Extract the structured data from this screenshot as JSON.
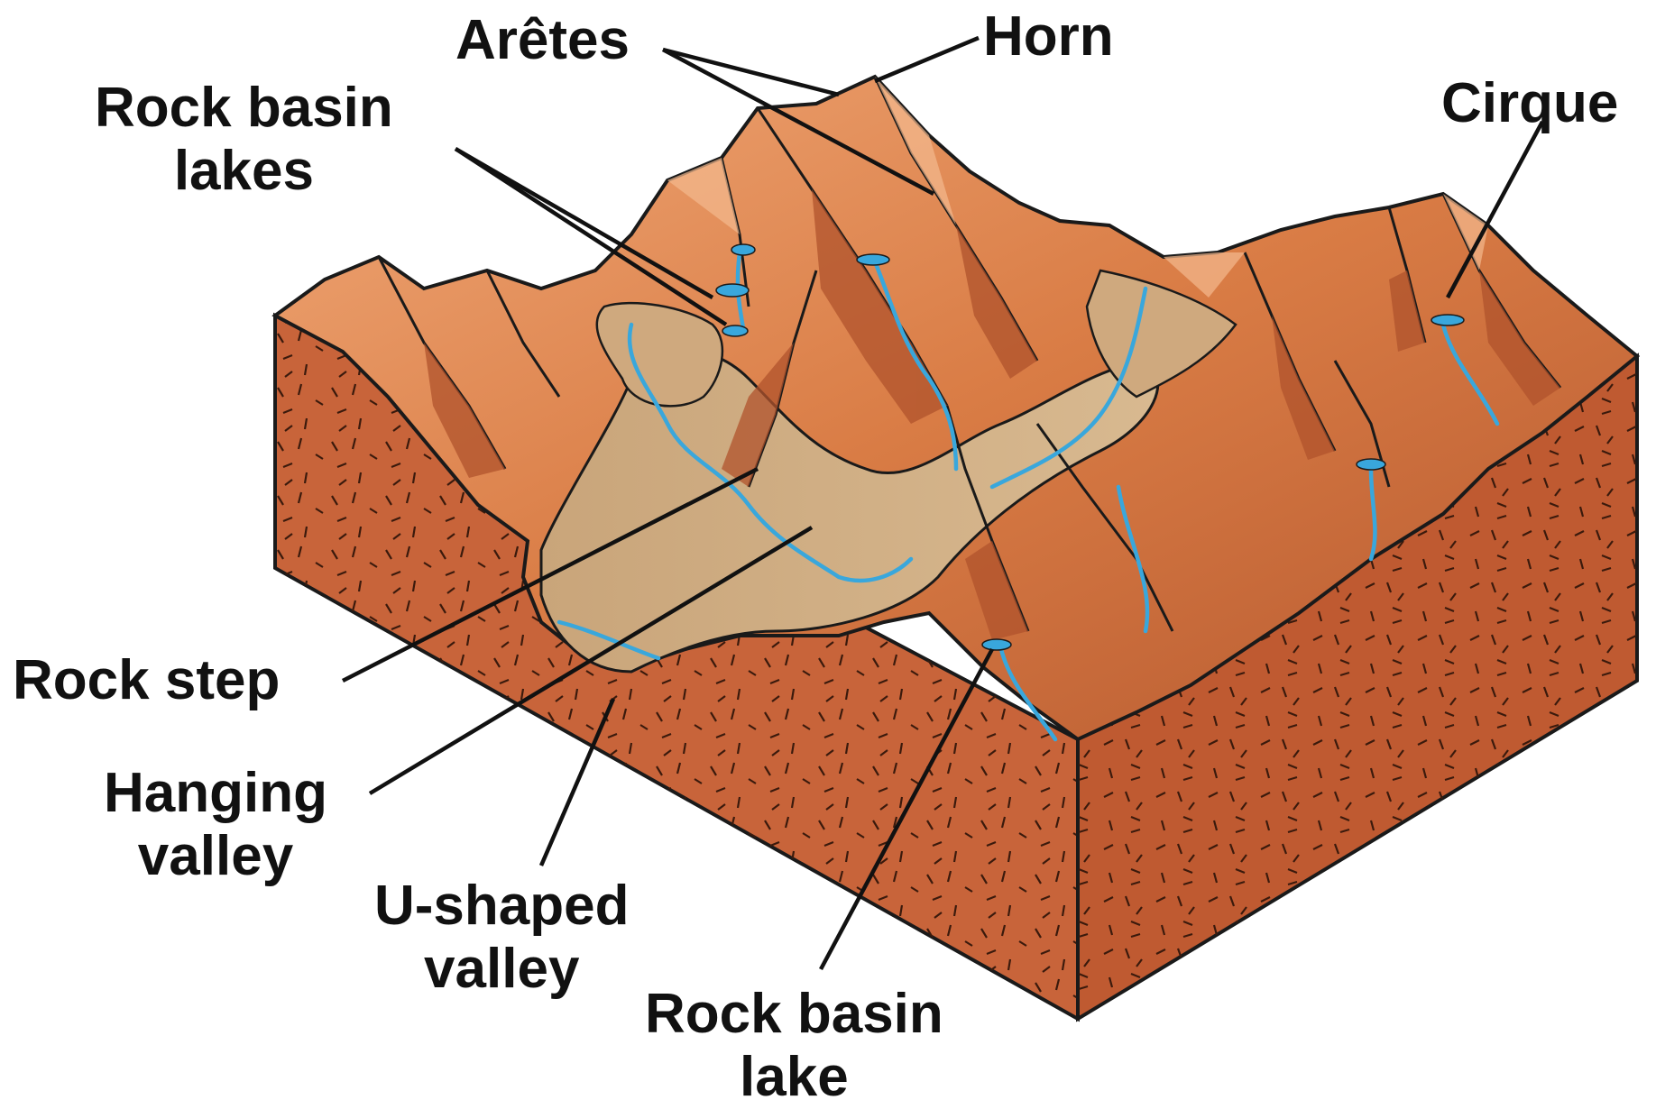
{
  "labels": {
    "aretes": "Arêtes",
    "horn": "Horn",
    "rock_basin_lakes": "Rock basin\nlakes",
    "cirque": "Cirque",
    "rock_step": "Rock step",
    "hanging_valley": "Hanging\nvalley",
    "u_shaped_valley": "U-shaped\nvalley",
    "rock_basin_lake": "Rock basin\nlake"
  },
  "colors": {
    "bedrock": "#c8643a",
    "bedrock_side": "#b9532c",
    "mountain": "#df8a55",
    "mountain_shadow": "#b2552e",
    "mountain_light": "#f3b286",
    "valley_floor": "#cfae83",
    "water": "#39a7dc",
    "outline": "#1a1a1a"
  }
}
